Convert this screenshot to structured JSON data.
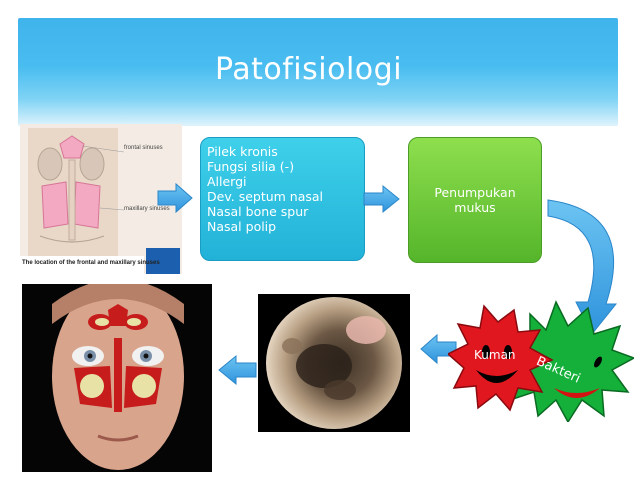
{
  "title": "Patofisiologi",
  "anatomy_figure": {
    "labels": [
      "frontal sinuses",
      "maxillary sinuses"
    ],
    "caption": "The location of the frontal and maxillary sinuses"
  },
  "causes": [
    "Pilek kronis",
    "Fungsi silia (-)",
    "Allergi",
    "Dev. septum nasal",
    "Nasal bone spur",
    "Nasal polip"
  ],
  "accumulation": {
    "label": "Penumpukan mukus"
  },
  "microbes": {
    "germ_label": "Kuman",
    "bacteria_label": "Bakteri"
  },
  "colors": {
    "header": "#49bdf0",
    "causes_box": "#2bbde0",
    "mucus_box": "#6cc63a",
    "arrow": "#3ba8e8",
    "germ": "#e0171f",
    "bacteria": "#16b33a"
  },
  "icons": [
    "arrow-right-icon",
    "arrow-down-curved-icon",
    "arrow-left-icon",
    "sinus-anatomy-image",
    "endoscopy-image",
    "face-sinus-image"
  ]
}
